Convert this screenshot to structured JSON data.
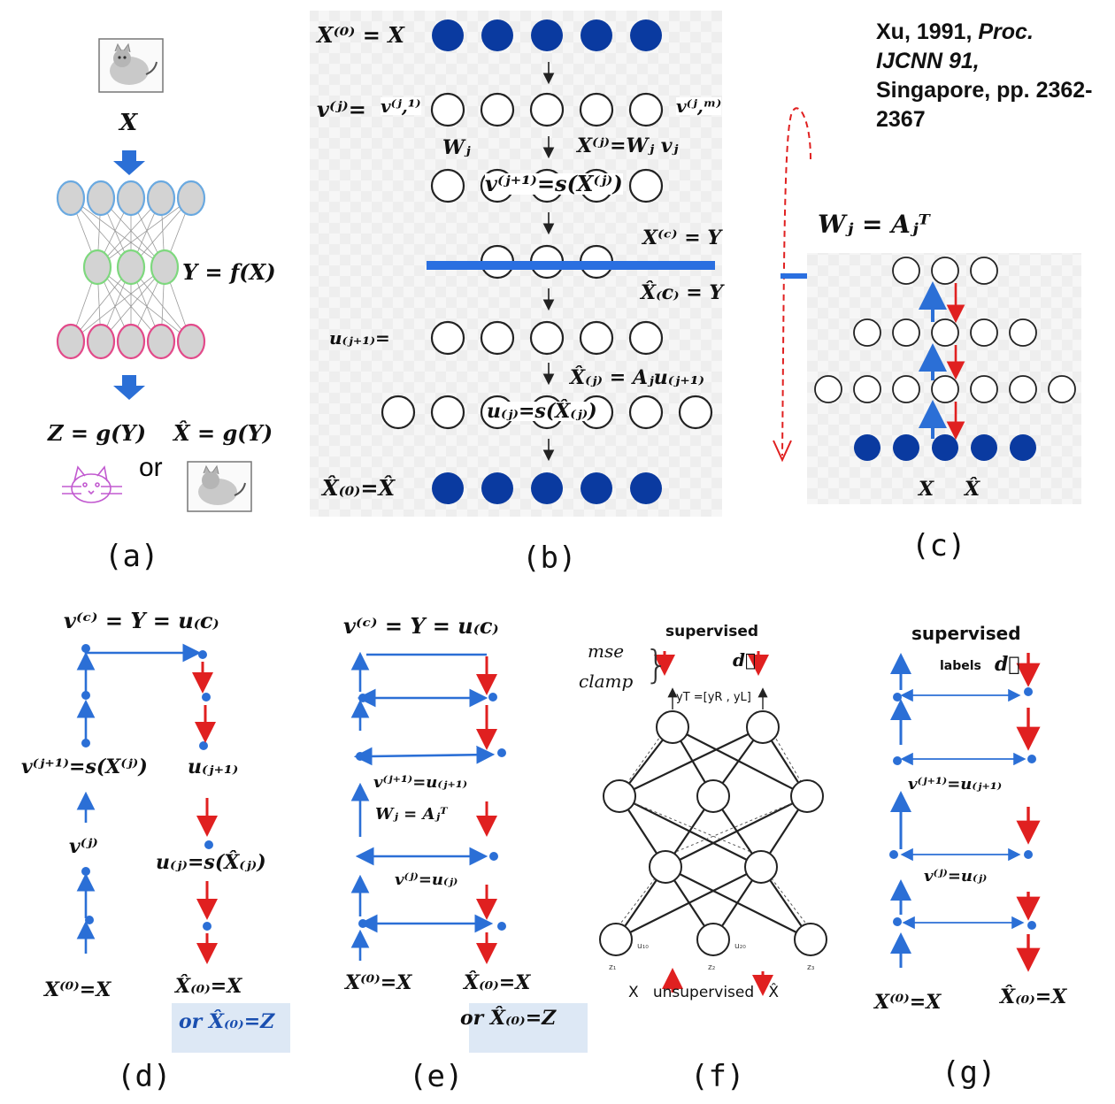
{
  "panels": {
    "a": {
      "label": "(a)",
      "input_symbol": "X",
      "encoder_eq": "Y = f(X)",
      "decoder_eq_left": "Z = g(Y)",
      "decoder_eq_right": "X̂ = g(Y)",
      "or_text": "or",
      "colors": {
        "input_layer": "#6aa9e0",
        "code_layer": "#7ed87e",
        "output_layer": "#e24a8a",
        "node_fill": "#d3d3d3",
        "arrow": "#2b6fd6"
      }
    },
    "b": {
      "label": "(b)",
      "x0": "X⁽⁰⁾ = X",
      "vj": "v⁽ʲ⁾=",
      "v_j1": "v⁽ʲ,¹⁾",
      "v_jm": "v⁽ʲ,ᵐ⁾",
      "wj": "Wⱼ",
      "xj_eq": "X⁽ʲ⁾=Wⱼ vⱼ",
      "vj1_eq": "v⁽ʲ⁺¹⁾=s(X⁽ʲ⁾)",
      "xc_eq": "X⁽ᶜ⁾ = Y",
      "xhat_c_eq": "X̂₍c₎ = Y",
      "u_j1": "u₍ⱼ₊₁₎=",
      "xhat_j_eq": "X̂₍ⱼ₎ = Aⱼu₍ⱼ₊₁₎",
      "u_j_eq": "u₍ⱼ₎=s(X̂₍ⱼ₎)",
      "xhat0_eq": "X̂₍₀₎=X̂",
      "colors": {
        "filled": "#0a3aa0",
        "bar": "#2a6fe0"
      }
    },
    "c": {
      "label": "(c)",
      "citation": [
        "Xu, 1991, ",
        "Proc. IJCNN 91,",
        " Singapore, pp. 2362-2367"
      ],
      "wj_eq": "Wⱼ = Aⱼᵀ",
      "x_label": "X",
      "xhat_label": "X̂",
      "colors": {
        "up_arrow": "#2b6fd6",
        "down_arrow": "#e02020",
        "dashed": "#e02020"
      }
    },
    "d": {
      "label": "(d)",
      "top_eq": "v⁽ᶜ⁾ = Y = u₍c₎",
      "vj1_eq": "v⁽ʲ⁺¹⁾=s(X⁽ʲ⁾)",
      "uj1": "u₍ⱼ₊₁₎",
      "vj": "v⁽ʲ⁾",
      "uj_eq": "u₍ⱼ₎=s(X̂₍ⱼ₎)",
      "x0_eq": "X⁽⁰⁾=X",
      "xhat0_eq": "X̂₍₀₎=X",
      "or_eq": "or X̂₍₀₎=Z"
    },
    "e": {
      "label": "(e)",
      "top_eq": "v⁽ᶜ⁾ = Y = u₍c₎",
      "vj1_eq": "v⁽ʲ⁺¹⁾=u₍ⱼ₊₁₎",
      "wj_eq": "Wⱼ = Aⱼᵀ",
      "vj_eq": "v⁽ʲ⁾=u₍ⱼ₎",
      "x0_eq": "X⁽⁰⁾=X",
      "xhat0_eq": "X̂₍₀₎=X",
      "or_eq": "or X̂₍₀₎=Z"
    },
    "f": {
      "label": "(f)",
      "supervised": "supervised",
      "mse": "mse",
      "clamp": "clamp",
      "d_vec": "d⃗",
      "yt_eq": "yT =[yR , yL]",
      "bottom": "X   unsupervised   X̂",
      "z1": "z₁",
      "z2": "z₂",
      "z3": "z₃",
      "u10": "u₁₀",
      "u20": "u₂₀"
    },
    "g": {
      "label": "(g)",
      "supervised": "supervised",
      "labels": "labels",
      "d_vec": "d⃗",
      "vj1_eq": "v⁽ʲ⁺¹⁾=u₍ⱼ₊₁₎",
      "vj_eq": "v⁽ʲ⁾=u₍ⱼ₎",
      "x0_eq": "X⁽⁰⁾=X",
      "xhat0_eq": "X̂₍₀₎=X"
    }
  }
}
